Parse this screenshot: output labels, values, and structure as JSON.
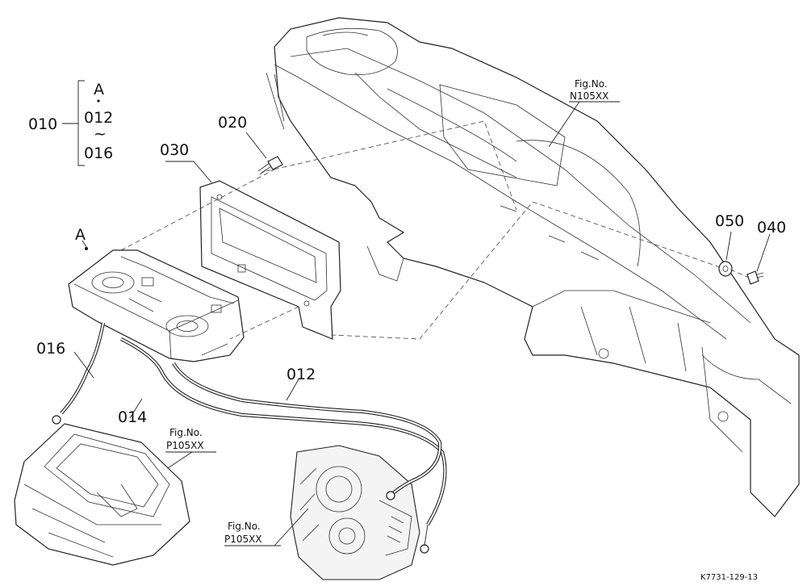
{
  "parts": {
    "assembly": "010",
    "group_top": "A",
    "group_from": "012",
    "group_sep": "~",
    "group_to": "016",
    "bracket": "030",
    "bolt_upper": "020",
    "washer": "050",
    "bolt_right": "040",
    "control_unit": "A",
    "cable_016": "016",
    "cable_014": "014",
    "cable_012": "012"
  },
  "figure_refs": {
    "top_right": {
      "title": "Fig.No.",
      "code": "N105XX"
    },
    "bottom_left": {
      "title": "Fig.No.",
      "code": "P105XX"
    },
    "bottom_center": {
      "title": "Fig.No.",
      "code": "P105XX"
    }
  },
  "drawing_code": "K7731-129-13"
}
